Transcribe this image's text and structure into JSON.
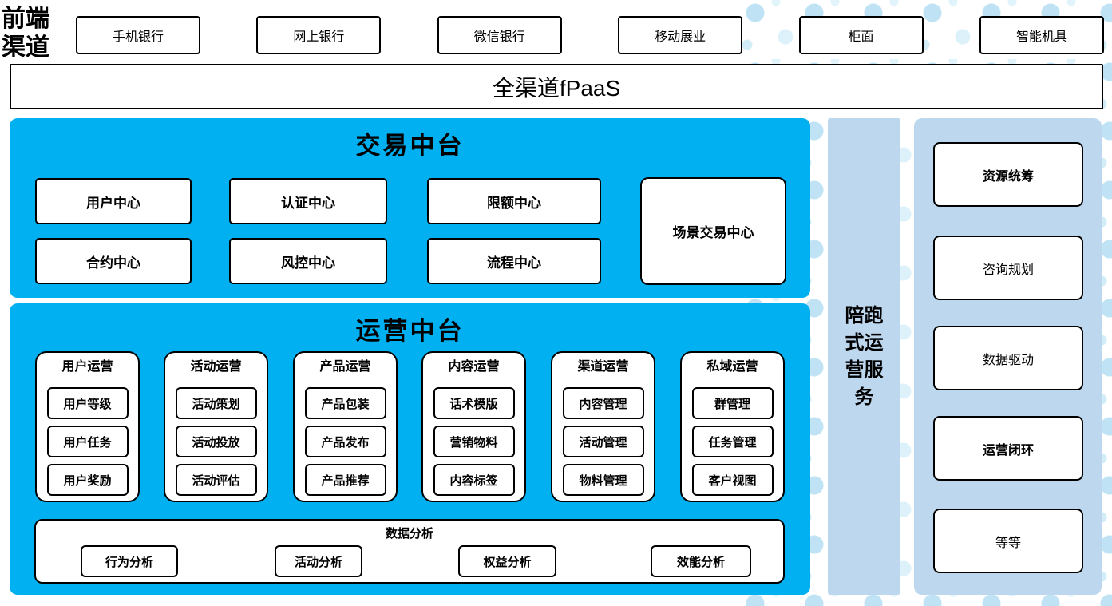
{
  "colors": {
    "accent_blue": "#00B0F0",
    "light_blue": "#BDD7EE",
    "dot_blue": "#BFE3F4",
    "dot_pale": "#DCF1FA",
    "border": "#000000"
  },
  "front_channels": {
    "label": "前端\n渠道",
    "channels": [
      "手机银行",
      "网上银行",
      "微信银行",
      "移动展业",
      "柜面",
      "智能机具"
    ]
  },
  "fpaas": {
    "label": "全渠道fPaaS"
  },
  "trade_platform": {
    "title": "交易中台",
    "centers": [
      "用户中心",
      "认证中心",
      "限额中心",
      "合约中心",
      "风控中心",
      "流程中心"
    ],
    "scene_center": "场景交易中心"
  },
  "ops_platform": {
    "title": "运营中台",
    "columns": [
      {
        "title": "用户运营",
        "items": [
          "用户等级",
          "用户任务",
          "用户奖励"
        ]
      },
      {
        "title": "活动运营",
        "items": [
          "活动策划",
          "活动投放",
          "活动评估"
        ]
      },
      {
        "title": "产品运营",
        "items": [
          "产品包装",
          "产品发布",
          "产品推荐"
        ]
      },
      {
        "title": "内容运营",
        "items": [
          "话术模版",
          "营销物料",
          "内容标签"
        ]
      },
      {
        "title": "渠道运营",
        "items": [
          "内容管理",
          "活动管理",
          "物料管理"
        ]
      },
      {
        "title": "私域运营",
        "items": [
          "群管理",
          "任务管理",
          "客户视图"
        ]
      }
    ],
    "analysis": {
      "title": "数据分析",
      "items": [
        "行为分析",
        "活动分析",
        "权益分析",
        "效能分析"
      ]
    }
  },
  "side_service": {
    "label": "陪跑式运营服务"
  },
  "right_panel": {
    "items": [
      {
        "label": "资源统筹",
        "emphasis": true
      },
      {
        "label": "咨询规划",
        "emphasis": false
      },
      {
        "label": "数据驱动",
        "emphasis": false
      },
      {
        "label": "运营闭环",
        "emphasis": true
      },
      {
        "label": "等等",
        "emphasis": false
      }
    ]
  }
}
